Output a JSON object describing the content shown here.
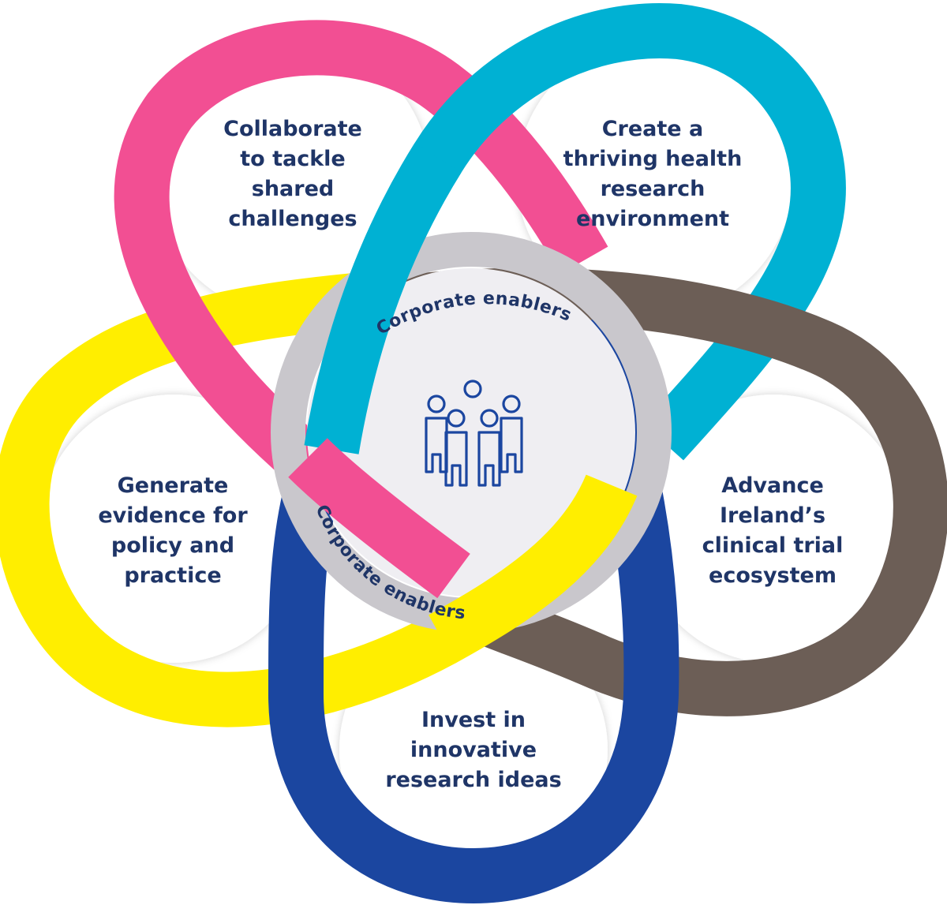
{
  "diagram": {
    "center_icon": "people-group-icon",
    "enabler_label": "Corporate enablers",
    "colors": {
      "pink": "#f24f93",
      "cyan": "#00b1d3",
      "brown": "#6c5e56",
      "blue": "#1b46a0",
      "yellow": "#ffee00",
      "ring": "#c9c7cc",
      "center": "#efeef2",
      "text": "#1f3567"
    },
    "goals": [
      {
        "id": "collaborate",
        "color": "pink",
        "lines": [
          "Collaborate",
          "to tackle",
          "shared",
          "challenges"
        ]
      },
      {
        "id": "environment",
        "color": "cyan",
        "lines": [
          "Create a",
          "thriving health",
          "research",
          "environment"
        ]
      },
      {
        "id": "clinical-trials",
        "color": "brown",
        "lines": [
          "Advance",
          "Ireland’s",
          "clinical trial",
          "ecosystem"
        ]
      },
      {
        "id": "innovative-ideas",
        "color": "blue",
        "lines": [
          "Invest in",
          "innovative",
          "research ideas"
        ]
      },
      {
        "id": "evidence",
        "color": "yellow",
        "lines": [
          "Generate",
          "evidence for",
          "policy and",
          "practice"
        ]
      }
    ]
  }
}
